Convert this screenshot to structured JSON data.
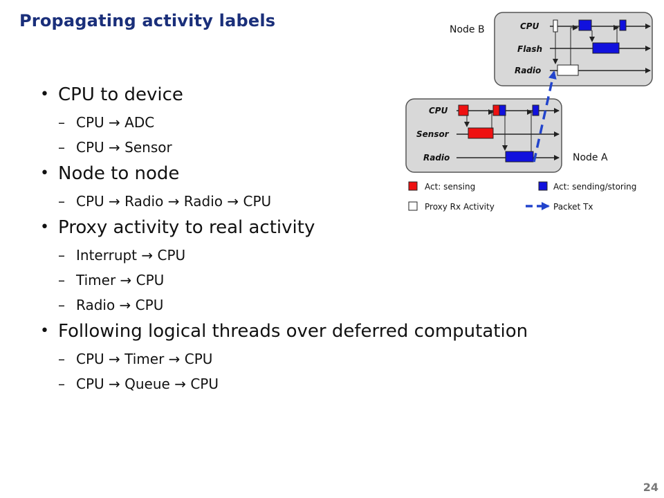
{
  "title": "Propagating activity labels",
  "bullets": [
    {
      "text": "CPU to device",
      "subs": [
        "CPU → ADC",
        "CPU → Sensor"
      ]
    },
    {
      "text": "Node to node",
      "subs": [
        "CPU → Radio → Radio → CPU"
      ]
    },
    {
      "text": "Proxy activity to real activity",
      "subs": [
        "Interrupt → CPU",
        "Timer → CPU",
        "Radio → CPU"
      ]
    },
    {
      "text": "Following logical threads over deferred computation",
      "subs": [
        "CPU → Timer → CPU",
        "CPU → Queue → CPU"
      ]
    }
  ],
  "diagram": {
    "node_b": {
      "label": "Node B",
      "rows": [
        "CPU",
        "Flash",
        "Radio"
      ]
    },
    "node_a": {
      "label": "Node A",
      "rows": [
        "CPU",
        "Sensor",
        "Radio"
      ]
    },
    "legend": {
      "sensing": "Act: sensing",
      "sending": "Act: sending/storing",
      "proxy": "Proxy Rx Activity",
      "packet": "Packet Tx"
    },
    "colors": {
      "sensing": "#ee1111",
      "sending": "#1111dd",
      "proxy": "#ffffff",
      "packet": "#2244cc"
    }
  },
  "page_number": "24"
}
